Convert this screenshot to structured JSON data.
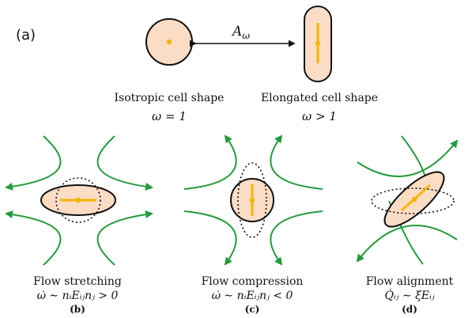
{
  "panel_a": {
    "tag": "(a)",
    "arrow_label": "A",
    "arrow_label_sub": "ω",
    "isotropic": {
      "label": "Isotropic cell shape",
      "formula": "ω = 1"
    },
    "elongated": {
      "label": "Elongated cell shape",
      "formula": "ω > 1"
    }
  },
  "panel_b": {
    "title": "Flow stretching",
    "formula": "ω̇ ∼ nᵢEᵢⱼnⱼ > 0",
    "tag": "(b)"
  },
  "panel_c": {
    "title": "Flow compression",
    "formula": "ω̇ ∼ nᵢEᵢⱼnⱼ < 0",
    "tag": "(c)"
  },
  "panel_d": {
    "title": "Flow alignment",
    "formula": "Q̇ᵢⱼ ∼ ξEᵢⱼ",
    "tag": "(d)"
  },
  "colors": {
    "cell_fill": "#fbdcc4",
    "director": "#f5b400",
    "flow_lines": "#229b3c",
    "outline": "#111111"
  }
}
